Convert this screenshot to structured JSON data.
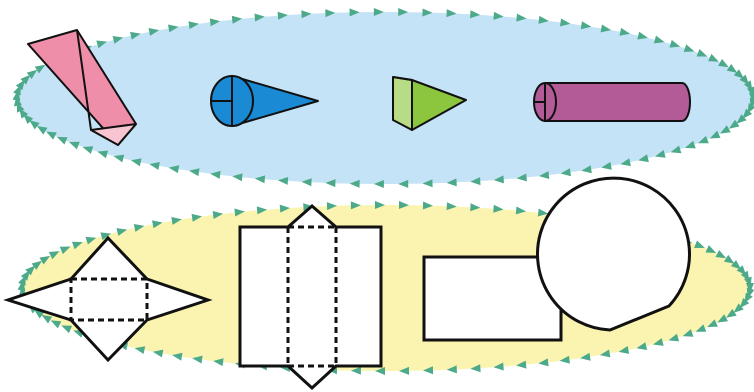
{
  "colors": {
    "top_region_fill": "#c5e3f6",
    "bottom_region_fill": "#fbf4b0",
    "arrow_border": "#4caa8a",
    "outline": "#111111",
    "prism_pink": "#ee8ea9",
    "prism_pink_end": "#f7c4d2",
    "cone_blue": "#1a8ad4",
    "triangular_prism_green": "#8cc63f",
    "triangular_prism_light": "#b8dc86",
    "cylinder_purple": "#b35b96",
    "net_fill": "#ffffff"
  },
  "top_group": {
    "shapes": [
      {
        "kind": "rectangular-prism",
        "color": "prism_pink"
      },
      {
        "kind": "cone",
        "color": "cone_blue"
      },
      {
        "kind": "triangular-prism",
        "color": "triangular_prism_green"
      },
      {
        "kind": "cylinder",
        "color": "cylinder_purple"
      }
    ]
  },
  "bottom_group": {
    "nets": [
      {
        "kind": "square-pyramid-net",
        "fold_lines": "dashed"
      },
      {
        "kind": "triangular-prism-net",
        "fold_lines": "dashed"
      },
      {
        "kind": "rectangle"
      },
      {
        "kind": "cone-sector-net"
      }
    ]
  }
}
